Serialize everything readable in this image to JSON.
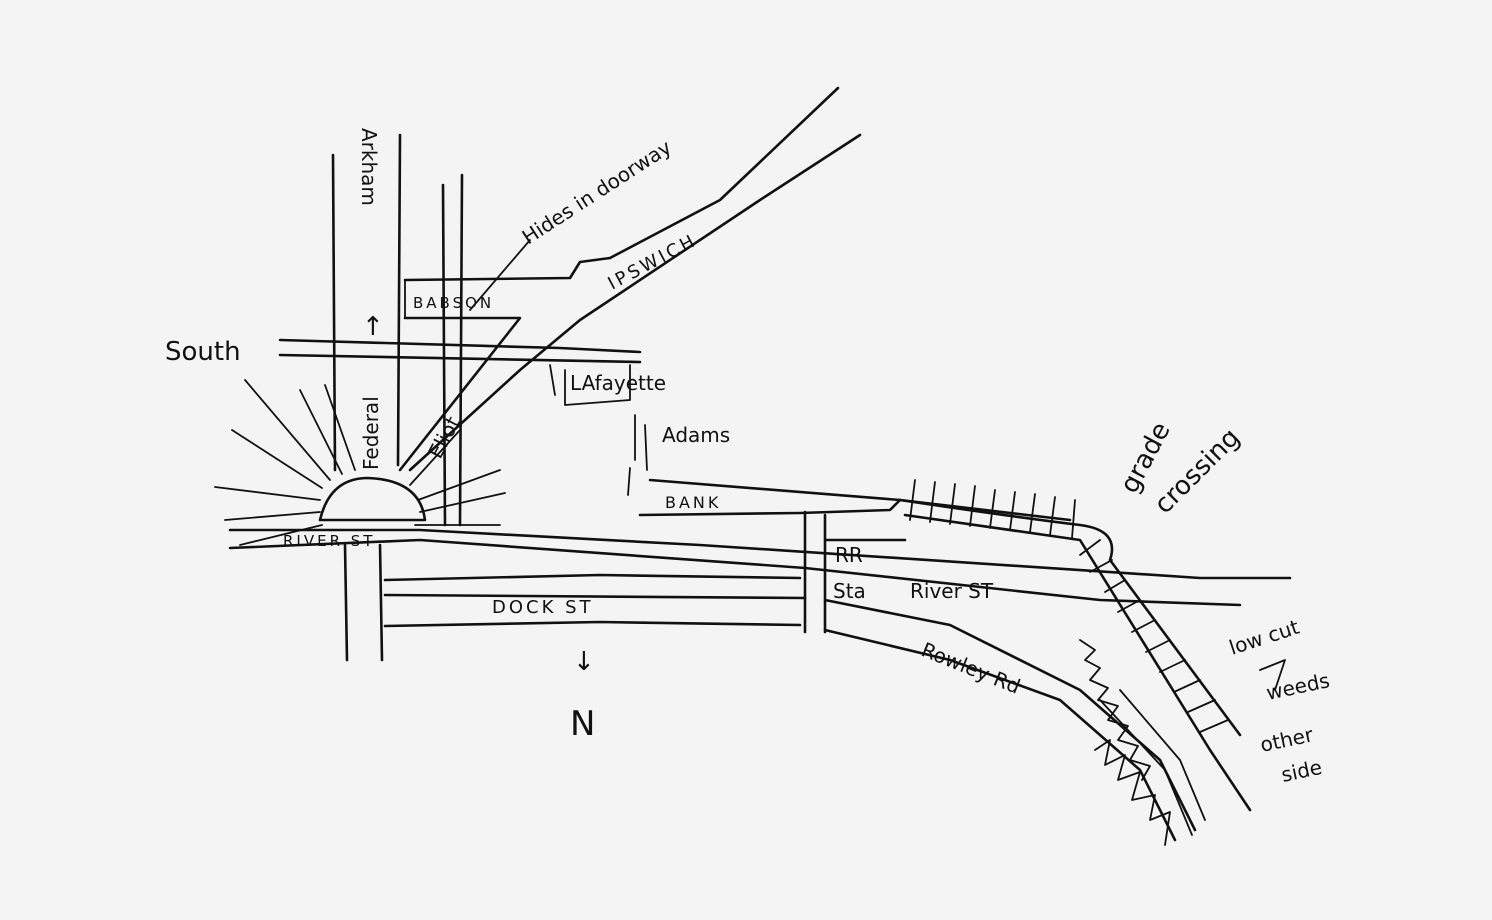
{
  "map": {
    "labels": {
      "arkham": "Arkham",
      "hides": "Hides in doorway",
      "ipswich": "IPSWICH",
      "babson": "BABSON",
      "south": "South",
      "federal": "Federal",
      "eliot": "Eliot",
      "lafayette": "LAfayette",
      "adams": "Adams",
      "bank": "BANK",
      "river_st_left": "RIVER ST",
      "dock_st": "DOCK ST",
      "north_arrow": "↓",
      "north": "N",
      "up_arrow": "↑",
      "rr": "RR",
      "sta": "Sta",
      "river_st_right": "River ST",
      "rowley": "Rowley Rd",
      "grade": "grade",
      "crossing": "crossing",
      "low_cut": "low cut",
      "weeds": "weeds",
      "other": "other",
      "side": "side"
    }
  }
}
